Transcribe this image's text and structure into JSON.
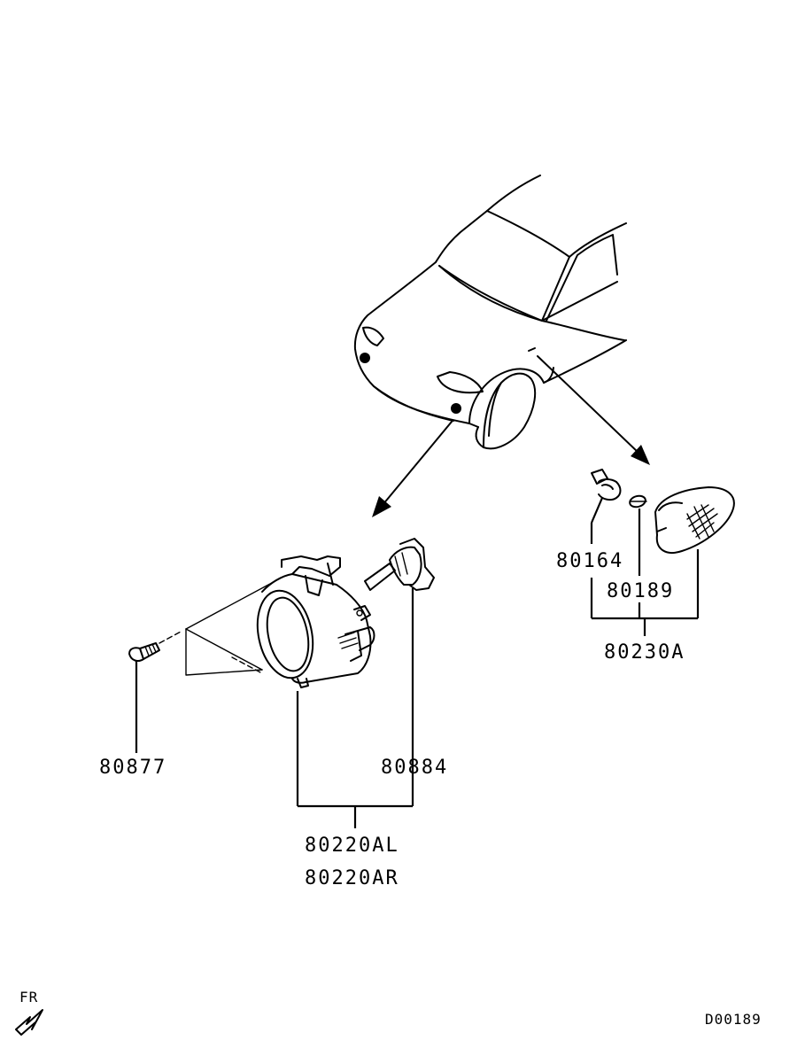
{
  "diagram": {
    "parts": {
      "screw": "80877",
      "bulb_fog": "80884",
      "fog_lamp_left": "80220AL",
      "fog_lamp_right": "80220AR",
      "socket": "80164",
      "bulb_side": "80189",
      "side_turn_lamp": "80230A"
    },
    "direction_label": "FR",
    "drawing_code": "D00189"
  },
  "colors": {
    "line": "#000000",
    "background": "#ffffff"
  },
  "icons": {
    "direction": "front-arrow-icon"
  }
}
